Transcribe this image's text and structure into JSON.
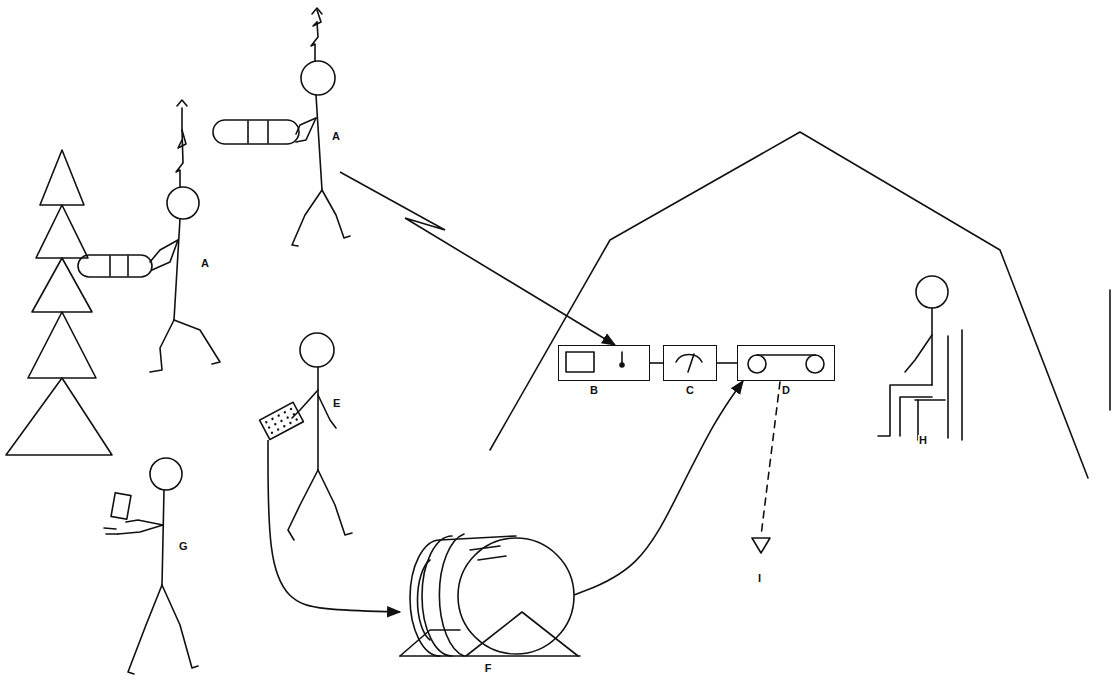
{
  "diagram": {
    "nodes": [
      {
        "text": [
          "A"
        ]
      },
      {
        "text": [
          "B"
        ]
      },
      {
        "text": [
          "C"
        ]
      },
      {
        "text": [
          "D"
        ]
      },
      {
        "text": [
          "E"
        ]
      },
      {
        "text": [
          "F"
        ]
      }
    ],
    "edges": [
      {
        "from": 0,
        "to": 1,
        "arrow": "to"
      },
      {
        "from": 1,
        "to": 2,
        "arrow": "none"
      },
      {
        "from": 2,
        "to": 3,
        "arrow": "none"
      },
      {
        "from": 4,
        "to": 5,
        "arrow": "to"
      },
      {
        "from": 5,
        "to": 3,
        "arrow": "to"
      }
    ],
    "labels": [
      "A",
      "G",
      "H",
      "I"
    ]
  }
}
